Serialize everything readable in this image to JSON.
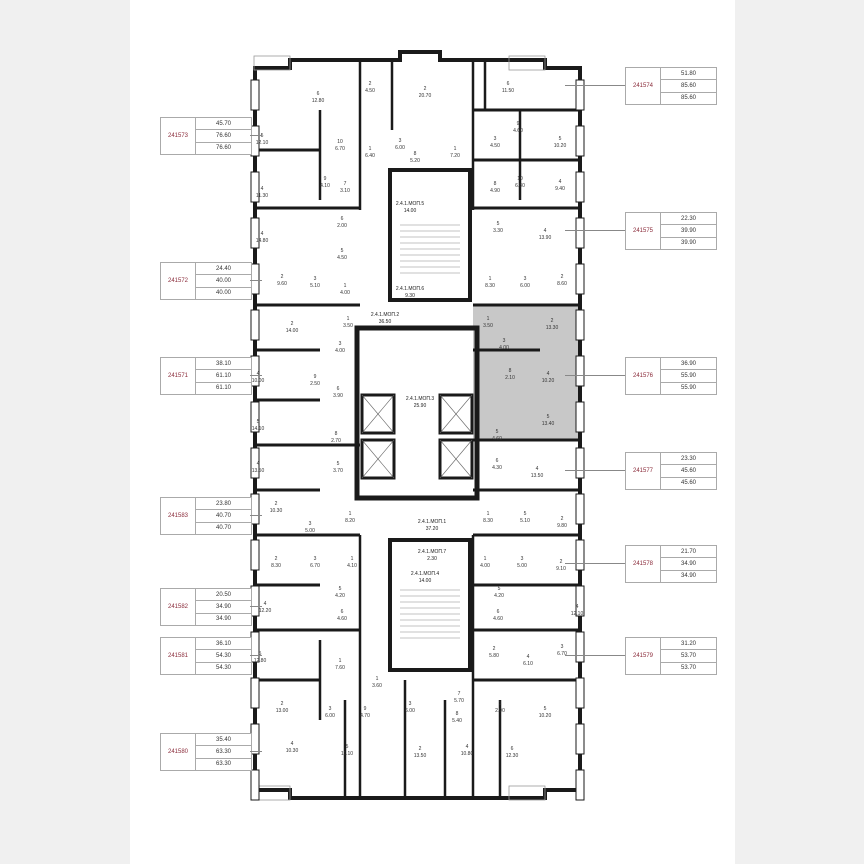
{
  "plan": {
    "highlight_color": "#c8c8c8",
    "wall_color": "#1a1a1a",
    "apartments_left": [
      {
        "id": "241573",
        "values": [
          "45.70",
          "76.60",
          "76.60"
        ]
      },
      {
        "id": "241572",
        "values": [
          "24.40",
          "40.00",
          "40.00"
        ]
      },
      {
        "id": "241571",
        "values": [
          "38.10",
          "61.10",
          "61.10"
        ]
      },
      {
        "id": "241583",
        "values": [
          "23.80",
          "40.70",
          "40.70"
        ]
      },
      {
        "id": "241582",
        "values": [
          "20.50",
          "34.90",
          "34.90"
        ]
      },
      {
        "id": "241581",
        "values": [
          "36.10",
          "54.30",
          "54.30"
        ]
      },
      {
        "id": "241580",
        "values": [
          "35.40",
          "63.30",
          "63.30"
        ]
      }
    ],
    "apartments_right": [
      {
        "id": "241574",
        "values": [
          "51.80",
          "85.60",
          "85.60"
        ]
      },
      {
        "id": "241575",
        "values": [
          "22.30",
          "39.90",
          "39.90"
        ]
      },
      {
        "id": "241576",
        "values": [
          "36.90",
          "55.90",
          "55.90"
        ],
        "highlighted": true
      },
      {
        "id": "241577",
        "values": [
          "23.30",
          "45.60",
          "45.60"
        ]
      },
      {
        "id": "241578",
        "values": [
          "21.70",
          "34.90",
          "34.90"
        ]
      },
      {
        "id": "241579",
        "values": [
          "31.20",
          "53.70",
          "53.70"
        ]
      }
    ],
    "common_areas": [
      {
        "code": "2.4.1.МОП.5",
        "area": "14.00"
      },
      {
        "code": "2.4.1.МОП.6",
        "area": "9.30"
      },
      {
        "code": "2.4.1.МОП.2",
        "area": "36.50"
      },
      {
        "code": "2.4.1.МОП.3",
        "area": "25.90"
      },
      {
        "code": "2.4.1.МОП.1",
        "area": "37.20"
      },
      {
        "code": "2.4.1.МОП.7",
        "area": "2.30"
      },
      {
        "code": "2.4.1.МОП.4",
        "area": "14.00"
      }
    ],
    "rooms": [
      [
        "6",
        "12.80"
      ],
      [
        "2",
        "4.50"
      ],
      [
        "2",
        "20.70"
      ],
      [
        "6",
        "11.50"
      ],
      [
        "5",
        "12.10"
      ],
      [
        "10",
        "6.70"
      ],
      [
        "1",
        "6.40"
      ],
      [
        "3",
        "6.00"
      ],
      [
        "8",
        "5.20"
      ],
      [
        "1",
        "7.20"
      ],
      [
        "3",
        "4.50"
      ],
      [
        "9",
        "4.60"
      ],
      [
        "5",
        "10.20"
      ],
      [
        "4",
        "11.30"
      ],
      [
        "9",
        "4.10"
      ],
      [
        "7",
        "3.10"
      ],
      [
        "8",
        "4.90"
      ],
      [
        "10",
        "6.80"
      ],
      [
        "4",
        "9.40"
      ],
      [
        "4",
        "14.80"
      ],
      [
        "6",
        "2.00"
      ],
      [
        "5",
        "4.50"
      ],
      [
        "5",
        "3.30"
      ],
      [
        "4",
        "13.90"
      ],
      [
        "2",
        "9.60"
      ],
      [
        "3",
        "5.10"
      ],
      [
        "1",
        "4.00"
      ],
      [
        "1",
        "8.30"
      ],
      [
        "3",
        "6.00"
      ],
      [
        "2",
        "8.60"
      ],
      [
        "2",
        "14.00"
      ],
      [
        "1",
        "3.50"
      ],
      [
        "1",
        "3.50"
      ],
      [
        "2",
        "13.30"
      ],
      [
        "3",
        "4.00"
      ],
      [
        "3",
        "4.00"
      ],
      [
        "4",
        "10.00"
      ],
      [
        "9",
        "2.50"
      ],
      [
        "6",
        "3.90"
      ],
      [
        "8",
        "2.10"
      ],
      [
        "4",
        "10.20"
      ],
      [
        "5",
        "14.10"
      ],
      [
        "8",
        "2.70"
      ],
      [
        "5",
        "4.60"
      ],
      [
        "5",
        "13.40"
      ],
      [
        "4",
        "13.50"
      ],
      [
        "5",
        "3.70"
      ],
      [
        "6",
        "4.30"
      ],
      [
        "4",
        "13.50"
      ],
      [
        "2",
        "10.30"
      ],
      [
        "1",
        "8.20"
      ],
      [
        "1",
        "8.30"
      ],
      [
        "5",
        "5.10"
      ],
      [
        "2",
        "9.80"
      ],
      [
        "3",
        "5.00"
      ],
      [
        "2",
        "8.30"
      ],
      [
        "3",
        "6.70"
      ],
      [
        "1",
        "4.10"
      ],
      [
        "1",
        "4.00"
      ],
      [
        "3",
        "5.00"
      ],
      [
        "2",
        "9.10"
      ],
      [
        "5",
        "4.20"
      ],
      [
        "5",
        "4.20"
      ],
      [
        "4",
        "12.20"
      ],
      [
        "4",
        "12.10"
      ],
      [
        "6",
        "4.60"
      ],
      [
        "6",
        "4.60"
      ],
      [
        "5",
        "12.80"
      ],
      [
        "1",
        "7.60"
      ],
      [
        "2",
        "5.80"
      ],
      [
        "4",
        "6.10"
      ],
      [
        "3",
        "6.70"
      ],
      [
        "2",
        "13.00"
      ],
      [
        "3",
        "6.00"
      ],
      [
        "1",
        "3.60"
      ],
      [
        "9",
        "4.70"
      ],
      [
        "3",
        "6.00"
      ],
      [
        "8",
        "5.40"
      ],
      [
        "7",
        "5.70"
      ],
      [
        "1",
        "2.90"
      ],
      [
        "5",
        "10.20"
      ],
      [
        "4",
        "10.30"
      ],
      [
        "5",
        "11.10"
      ],
      [
        "2",
        "13.50"
      ],
      [
        "4",
        "10.80"
      ],
      [
        "6",
        "12.30"
      ]
    ]
  }
}
